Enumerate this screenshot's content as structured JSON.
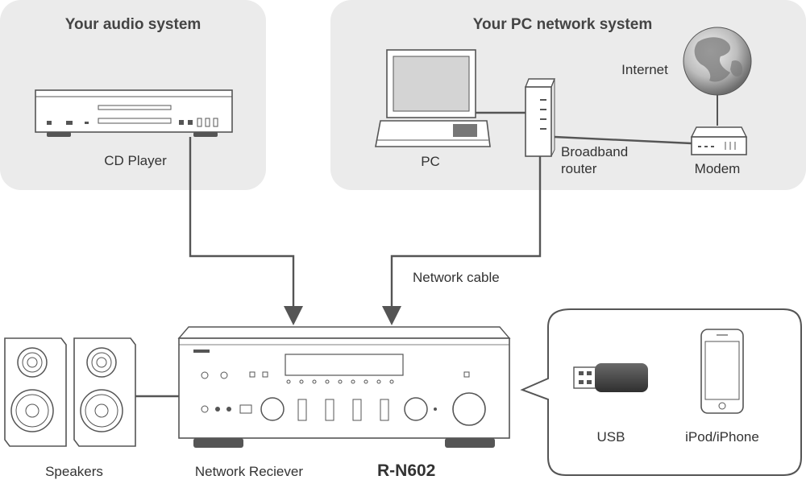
{
  "groups": {
    "audio_title": "Your audio system",
    "network_title": "Your PC network system"
  },
  "devices": {
    "cd_player": "CD Player",
    "pc": "PC",
    "router_line1": "Broadband",
    "router_line2": "router",
    "internet": "Internet",
    "modem": "Modem",
    "speakers": "Speakers",
    "receiver": "Network Reciever",
    "receiver_model": "R-N602",
    "usb": "USB",
    "ipod": "iPod/iPhone"
  },
  "connections": {
    "network_cable": "Network cable"
  },
  "colors": {
    "panel": "#ebebeb",
    "line": "#555555",
    "device_fill": "#ffffff"
  }
}
